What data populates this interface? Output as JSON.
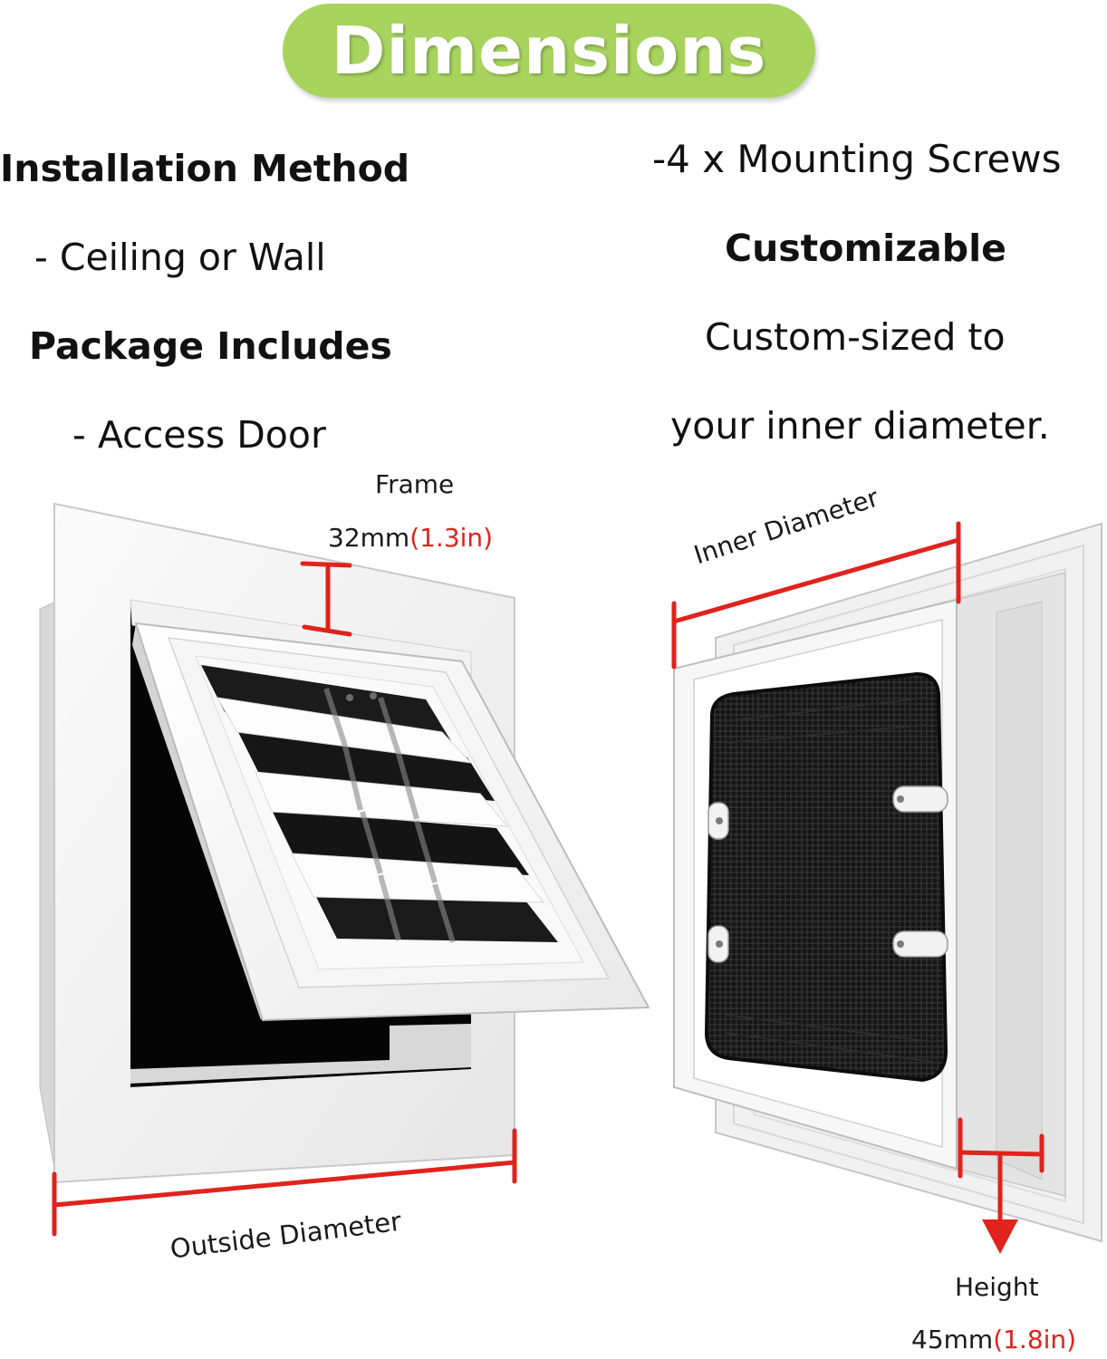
{
  "header": {
    "title": "Dimensions",
    "badge_color": "#a8d45e"
  },
  "left_column": {
    "installation_heading": "Installation Method",
    "installation_value": "- Ceiling or Wall",
    "package_heading": "Package Includes",
    "package_item": "- Access Door"
  },
  "right_column": {
    "package_item_2": "-4 x Mounting Screws",
    "custom_heading": "Customizable",
    "custom_line_1": "Custom-sized to",
    "custom_line_2": "your inner diameter."
  },
  "annotations": {
    "frame_label": "Frame",
    "frame_metric": "32mm",
    "frame_imperial": "(1.3in)",
    "outside_diameter": "Outside Diameter",
    "inner_diameter": "Inner Diameter",
    "height_label": "Height",
    "height_metric": "45mm",
    "height_imperial": "(1.8in)",
    "accent_color": "#e0231c"
  }
}
